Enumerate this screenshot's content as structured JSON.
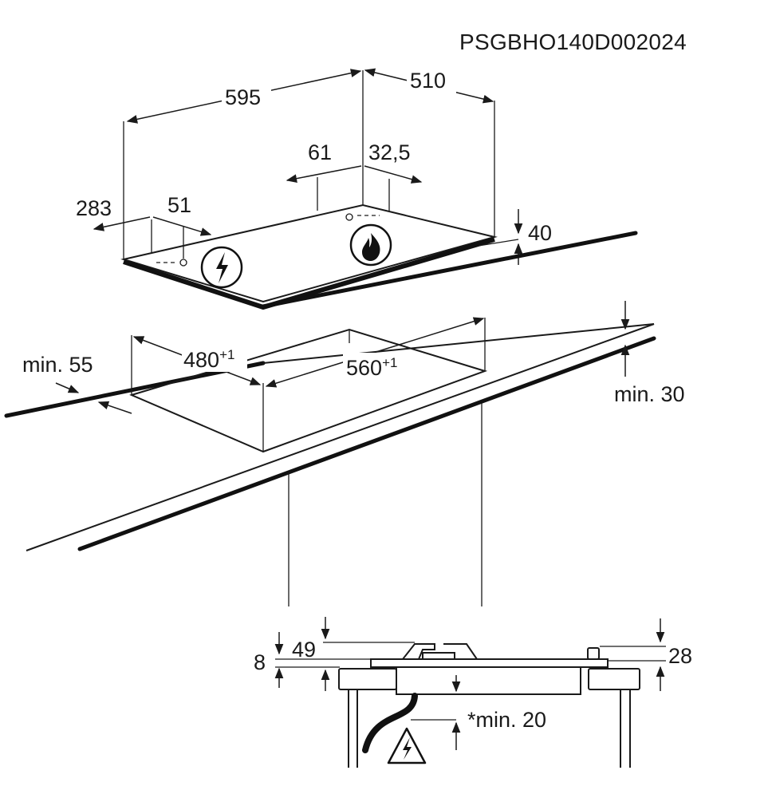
{
  "code": "PSGBHO140D002024",
  "dimensions": {
    "width_hob": "595",
    "depth_hob": "510",
    "d61": "61",
    "d32_5": "32,5",
    "d283": "283",
    "d51": "51",
    "d40": "40",
    "cutout_depth": "480",
    "cutout_depth_tol": "+1",
    "cutout_width": "560",
    "cutout_width_tol": "+1",
    "min55": "min. 55",
    "min30": "min. 30",
    "d8": "8",
    "d49": "49",
    "d28": "28",
    "min20": "*min. 20"
  },
  "icons": [
    "electric-symbol-icon",
    "gas-flame-icon",
    "electric-warning-icon"
  ]
}
